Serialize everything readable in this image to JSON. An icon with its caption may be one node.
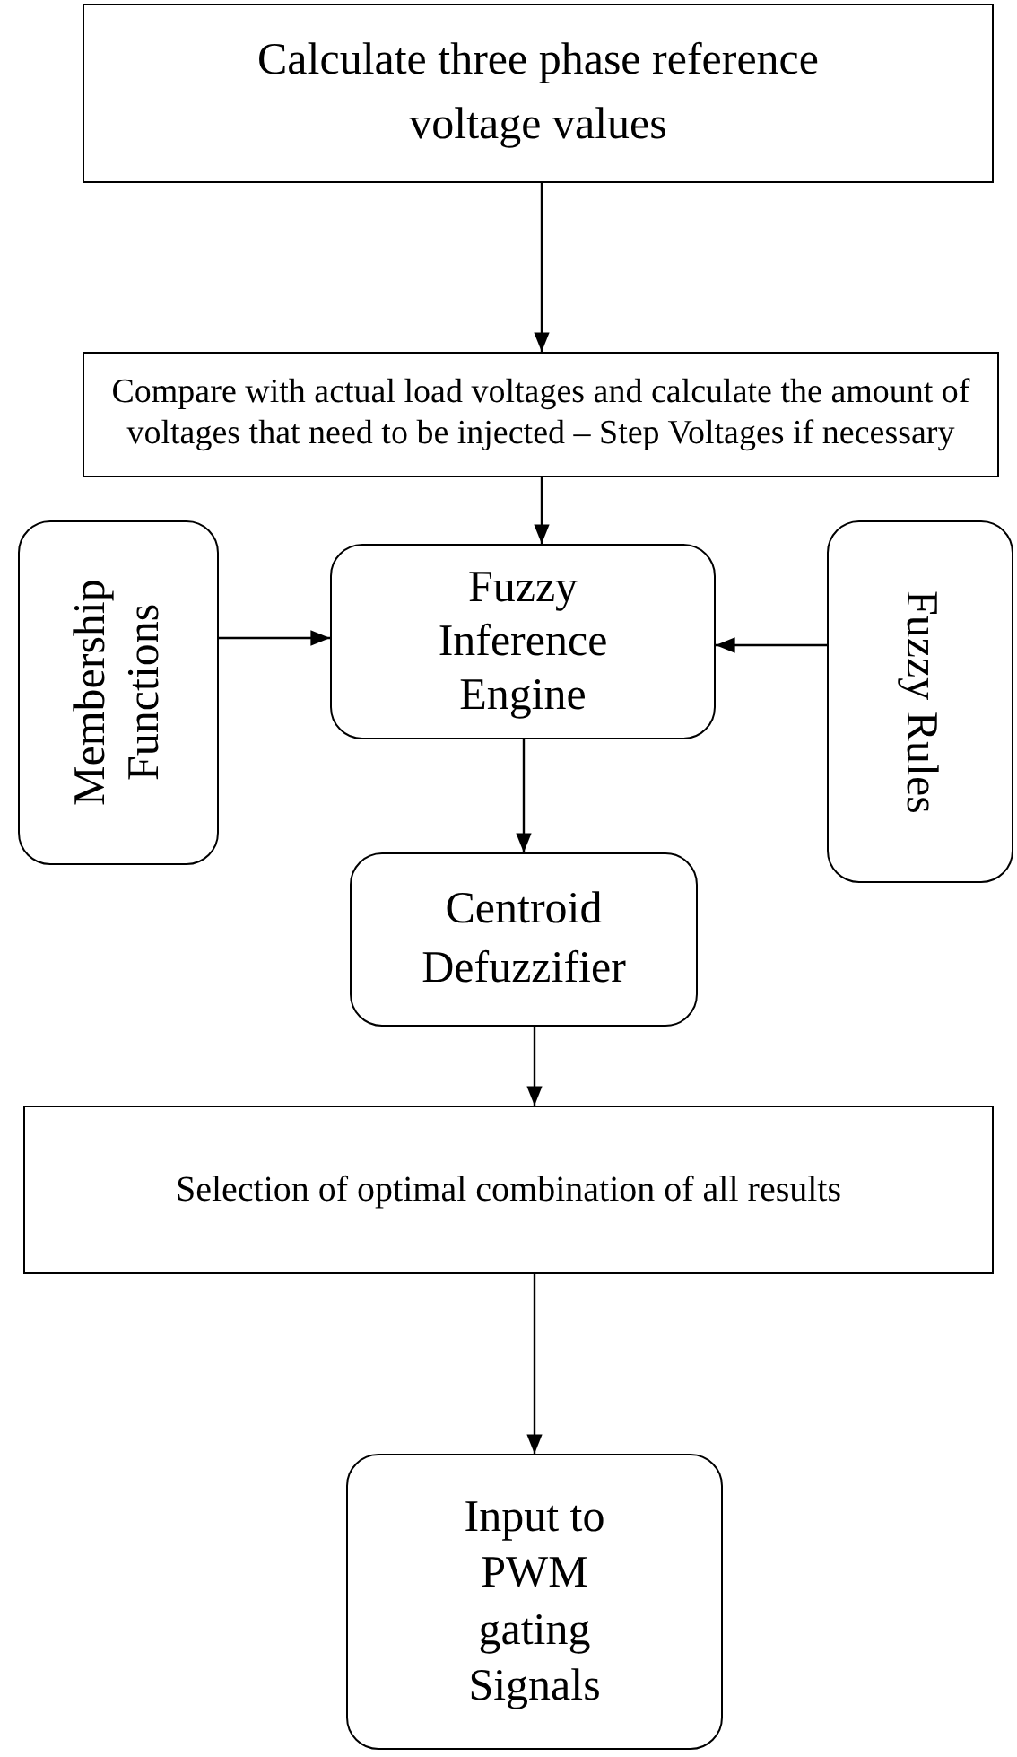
{
  "diagram": {
    "nodes": [
      {
        "text": [
          "Calculate three phase reference voltage values"
        ]
      },
      {
        "text": [
          "Compare with actual load voltages and calculate the amount of voltages that need to be injected – Step Voltages if necessary"
        ]
      },
      {
        "text": [
          "Membership Functions"
        ]
      },
      {
        "text": [
          "Fuzzy Inference Engine"
        ]
      },
      {
        "text": [
          "Fuzzy Rules"
        ]
      },
      {
        "text": [
          "Centroid Defuzzifier"
        ]
      },
      {
        "text": [
          "Selection of optimal combination of all results"
        ]
      },
      {
        "text": [
          "Input to PWM gating Signals"
        ]
      }
    ],
    "edges": [
      {
        "from": 0,
        "to": 1,
        "arrow": "to"
      },
      {
        "from": 1,
        "to": 3,
        "arrow": "to"
      },
      {
        "from": 2,
        "to": 3,
        "arrow": "to"
      },
      {
        "from": 4,
        "to": 3,
        "arrow": "to"
      },
      {
        "from": 3,
        "to": 5,
        "arrow": "to"
      },
      {
        "from": 5,
        "to": 6,
        "arrow": "to"
      },
      {
        "from": 6,
        "to": 7,
        "arrow": "to"
      }
    ]
  }
}
